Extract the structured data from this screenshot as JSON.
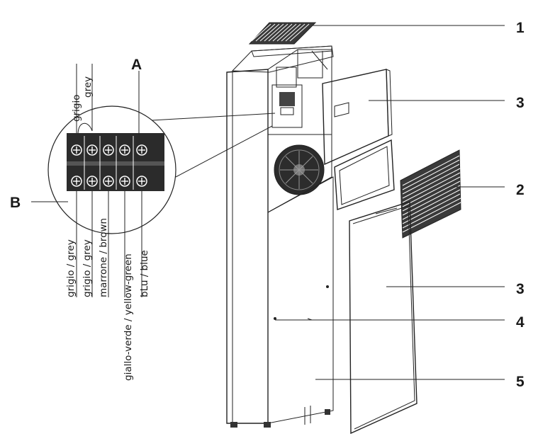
{
  "callouts": [
    {
      "id": "c1",
      "text": "1"
    },
    {
      "id": "c2",
      "text": "2"
    },
    {
      "id": "c3a",
      "text": "3"
    },
    {
      "id": "c3b",
      "text": "3"
    },
    {
      "id": "c4",
      "text": "4"
    },
    {
      "id": "c5",
      "text": "5"
    }
  ],
  "detail": {
    "label_a": "A",
    "label_b": "B",
    "top_wire_it": "grigio",
    "top_wire_en": "grey",
    "wires": [
      "grigio   / grey",
      "grigio   / grey",
      "marrone / brown",
      "giallo-verde / yellow-green",
      "bLu / blue"
    ]
  }
}
